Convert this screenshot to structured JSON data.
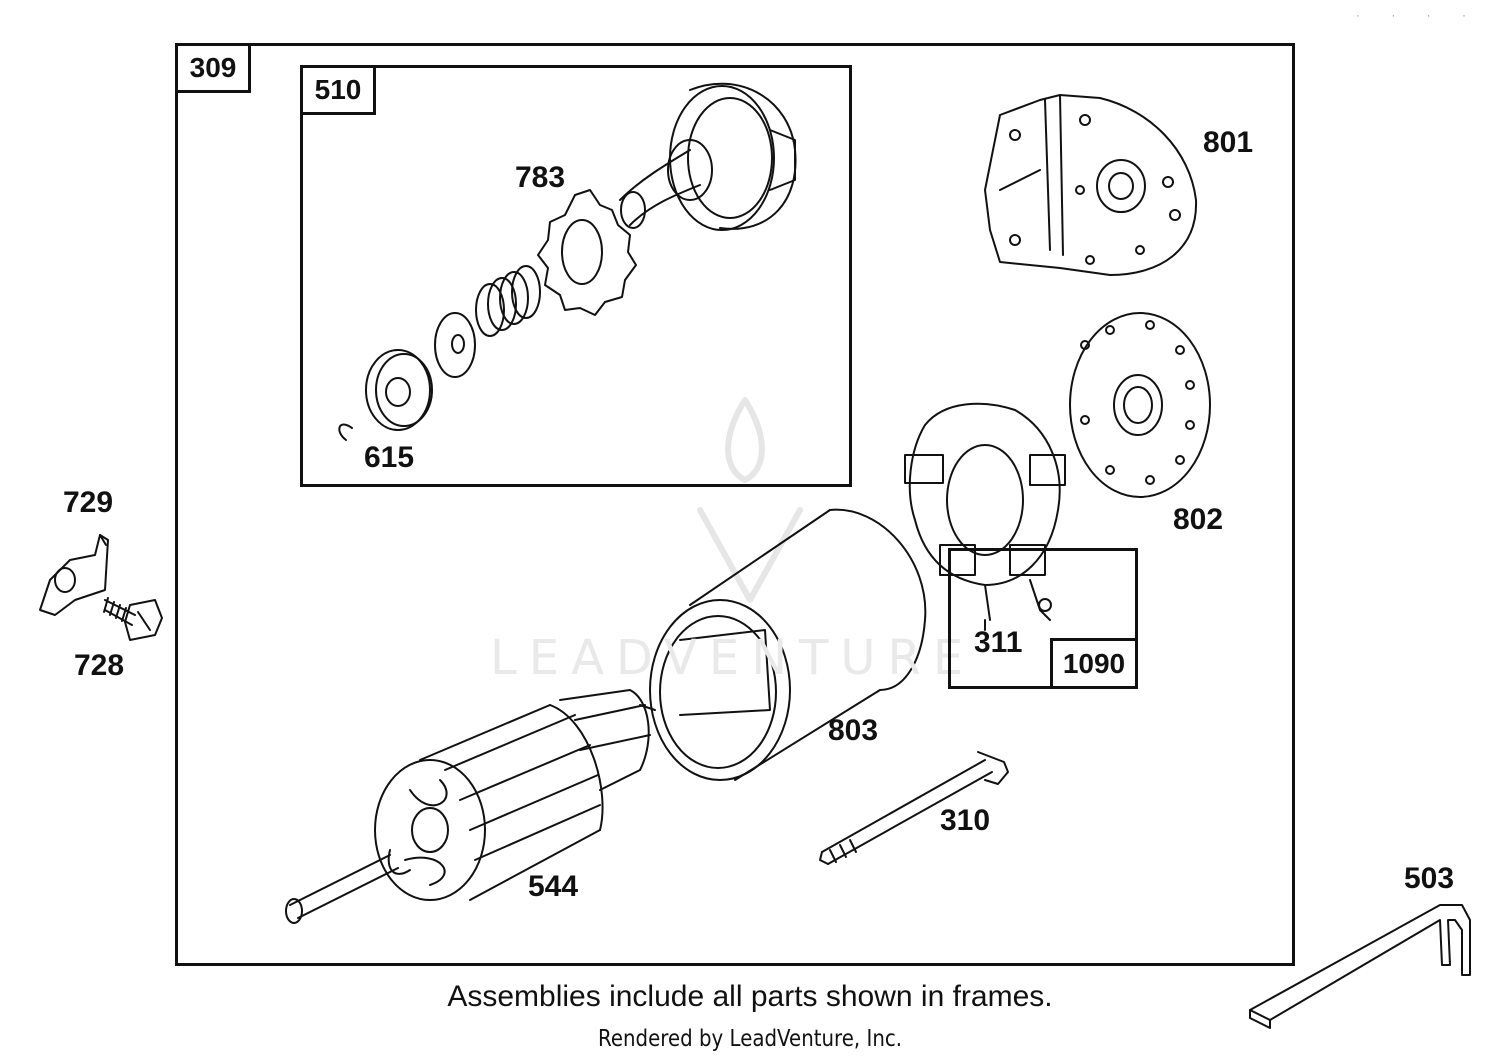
{
  "frames": {
    "outer": "309",
    "drive": "510",
    "brush": "1090"
  },
  "callouts": {
    "p783": "783",
    "p615": "615",
    "p801": "801",
    "p802": "802",
    "p311": "311",
    "p803": "803",
    "p310": "310",
    "p544": "544",
    "p729": "729",
    "p728": "728",
    "p503": "503"
  },
  "footer": {
    "note": "Assemblies include all parts shown in frames.",
    "credit": "Rendered by LeadVenture, Inc."
  },
  "watermark": "LEADVENTURE",
  "colors": {
    "line": "#111111",
    "background": "#ffffff",
    "watermark": "#e9e9e9"
  }
}
